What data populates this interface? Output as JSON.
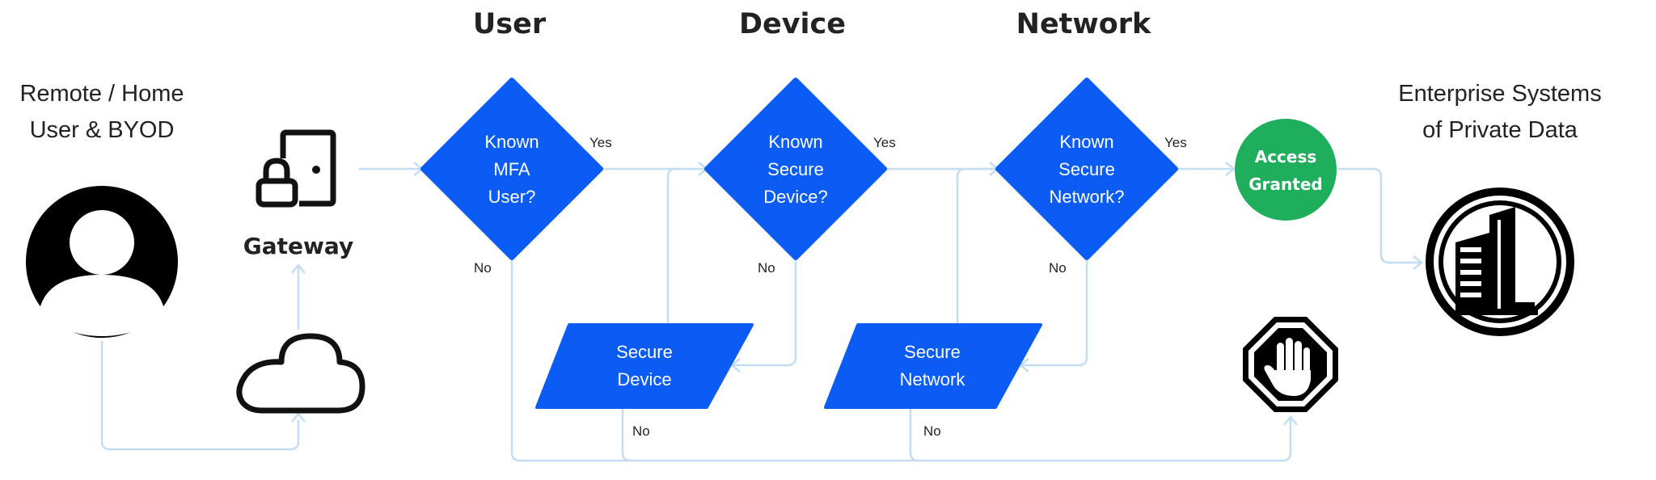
{
  "colors": {
    "decision_blue": "#0a5cf5",
    "granted_green": "#1fae5b",
    "connector": "#c3def3",
    "text": "#222222"
  },
  "headings": {
    "user": "User",
    "device": "Device",
    "network": "Network"
  },
  "source": {
    "line1": "Remote / Home",
    "line2": "User & BYOD",
    "icon": "user-avatar-icon"
  },
  "gateway": {
    "label": "Gateway",
    "icon": "door-lock-icon",
    "cloud_icon": "cloud-icon"
  },
  "decisions": [
    {
      "lines": [
        "Known",
        "MFA",
        "User?"
      ],
      "yes": "Yes",
      "no": "No"
    },
    {
      "lines": [
        "Known",
        "Secure",
        "Device?"
      ],
      "yes": "Yes",
      "no": "No"
    },
    {
      "lines": [
        "Known",
        "Secure",
        "Network?"
      ],
      "yes": "Yes",
      "no": "No"
    }
  ],
  "remediation": [
    {
      "lines": [
        "Secure",
        "Device"
      ],
      "no": "No"
    },
    {
      "lines": [
        "Secure",
        "Network"
      ],
      "no": "No"
    }
  ],
  "granted": {
    "lines": [
      "Access",
      "Granted"
    ]
  },
  "denied": {
    "icon": "stop-hand-icon"
  },
  "target": {
    "line1": "Enterprise Systems",
    "line2": "of Private Data",
    "icon": "building-icon"
  }
}
